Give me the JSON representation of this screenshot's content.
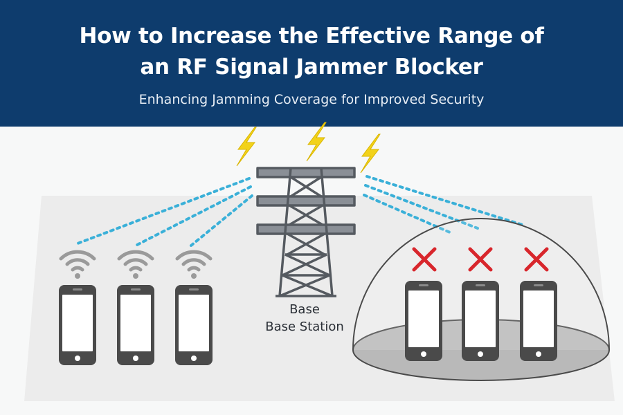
{
  "header": {
    "title_line1": "How to Increase the Effective Range of",
    "title_line2": "an RF Signal Jammer Blocker",
    "subtitle": "Enhancing Jamming Coverage for Improved Security"
  },
  "tower": {
    "label_line1": "Base",
    "label_line2": "Base Station"
  },
  "colors": {
    "header_bg": "#0e3c6d",
    "signal_dots": "#3ab0d8",
    "lightning": "#f2d21a",
    "blocked_x": "#d8262c",
    "device": "#4a4a4a",
    "wifi": "#9a9a9a",
    "dome_floor": "#b9b9b9"
  },
  "icons": [
    "lightning-bolt-icon",
    "wifi-icon",
    "smartphone-icon",
    "blocked-x-icon",
    "transmission-tower-icon"
  ]
}
